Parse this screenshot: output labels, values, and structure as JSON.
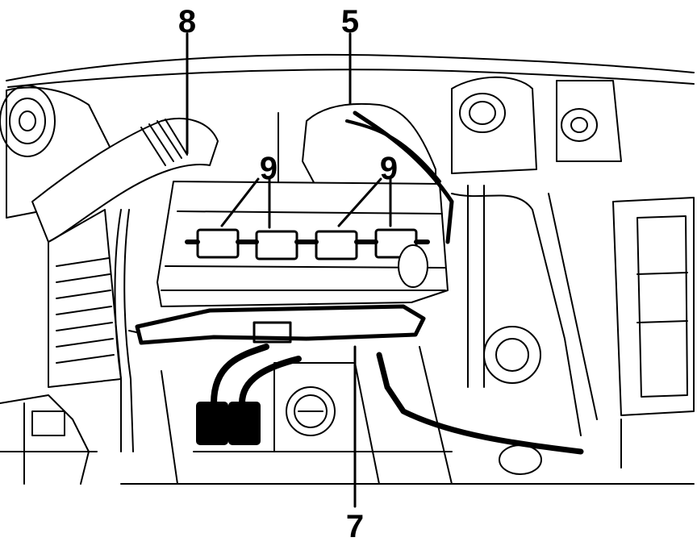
{
  "diagram": {
    "callouts": {
      "c8": "8",
      "c5": "5",
      "c9a": "9",
      "c9b": "9",
      "c7": "7"
    },
    "stroke_color": "#000000",
    "background_color": "#ffffff"
  }
}
